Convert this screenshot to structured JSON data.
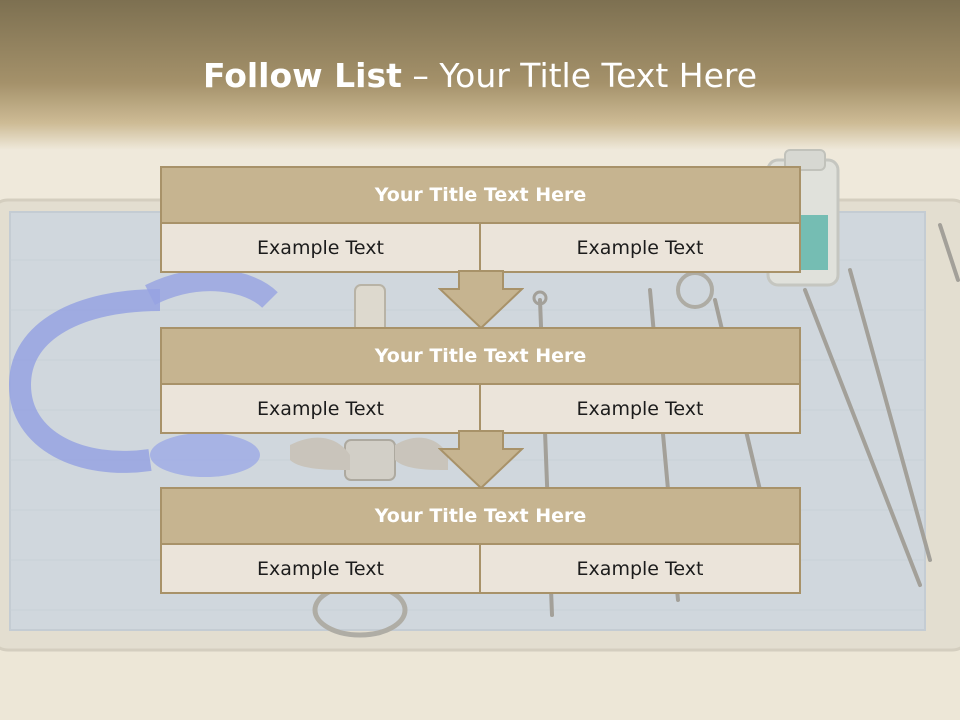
{
  "title": {
    "bold": "Follow List",
    "rest": " – Your Title Text Here"
  },
  "blocks": [
    {
      "heading": "Your Title Text Here",
      "left": "Example Text",
      "right": "Example Text"
    },
    {
      "heading": "Your Title Text Here",
      "left": "Example Text",
      "right": "Example Text"
    },
    {
      "heading": "Your Title Text Here",
      "left": "Example Text",
      "right": "Example Text"
    }
  ],
  "colors": {
    "header_dark": "#7d7051",
    "box_fill": "#c6b490",
    "box_border": "#a89269",
    "cell_fill": "#ebe4da"
  }
}
